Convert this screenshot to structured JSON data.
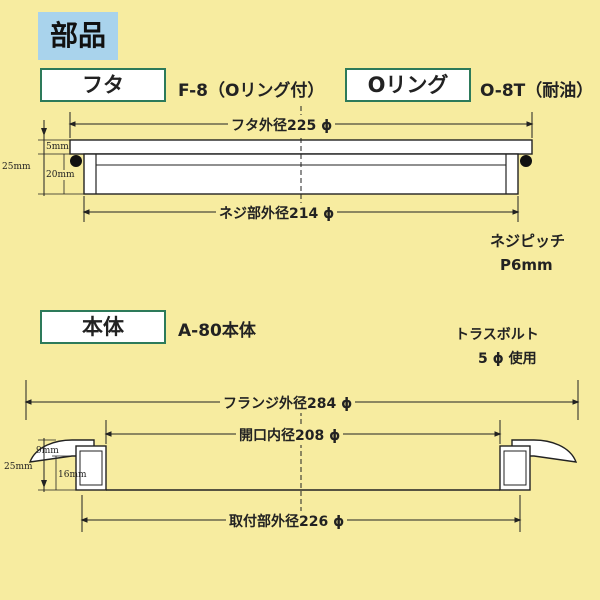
{
  "section1": {
    "title": "部品"
  },
  "lid": {
    "label": "フタ",
    "model": "F-8（Oリング付）",
    "oring_label": "Oリング",
    "oring_model": "O-8T（耐油）",
    "outer_dim": "フタ外径225 ϕ",
    "thread_dim": "ネジ部外径214 ϕ",
    "pitch_line1": "ネジピッチ",
    "pitch_line2": "P6mm",
    "dim_5mm": "5mm",
    "dim_25mm": "25mm",
    "dim_20mm": "20mm"
  },
  "body": {
    "label": "本体",
    "model": "A-80本体",
    "bolt_line1": "トラスボルト",
    "bolt_line2": "5 ϕ 使用",
    "flange_dim": "フランジ外径284 ϕ",
    "opening_dim": "開口内径208 ϕ",
    "mount_dim": "取付部外径226 ϕ",
    "dim_9mm": "9mm",
    "dim_25mm": "25mm",
    "dim_16mm": "16mm"
  }
}
